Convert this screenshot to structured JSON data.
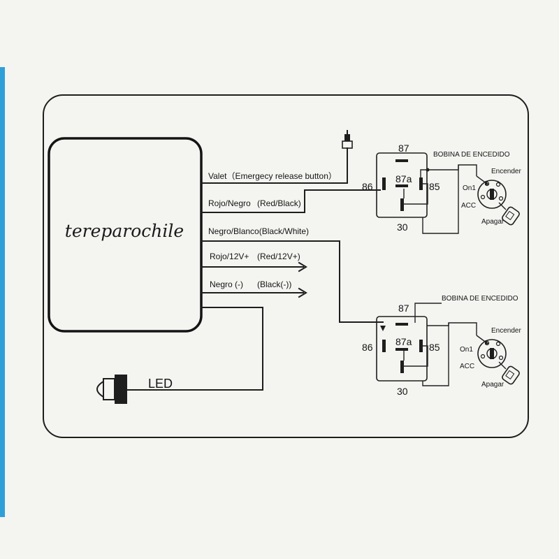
{
  "colors": {
    "background": "#f4f4f1",
    "ink": "#1e1e1e",
    "left_edge_accent": "#2f9fd8"
  },
  "control_unit": {
    "brand": "tereparochile"
  },
  "wires": {
    "valet": "Valet（Emergecy release button）",
    "red_black_es": "Rojo/Negro",
    "red_black_en": "(Red/Black)",
    "white_black": "Negro/Blanco(Black/White)",
    "red12_es": "Rojo/12V+",
    "red12_en": "(Red/12V+)",
    "black_es": "Negro (-)",
    "black_en": "(Black(-))"
  },
  "led": {
    "label": "LED"
  },
  "relay_top": {
    "pin_87": "87",
    "pin_87a": "87a",
    "pin_86": "86",
    "pin_85": "85",
    "pin_30": "30",
    "coil_label": "BOBINA DE ENCEDIDO",
    "switch_on": "Encender",
    "switch_on1": "On1",
    "switch_acc": "ACC",
    "switch_off": "Apagar"
  },
  "relay_bottom": {
    "pin_87": "87",
    "pin_87a": "87a",
    "pin_86": "86",
    "pin_85": "85",
    "pin_30": "30",
    "coil_label": "BOBINA DE ENCEDIDO",
    "switch_on": "Encender",
    "switch_on1": "On1",
    "switch_acc": "ACC",
    "switch_off": "Apagar"
  }
}
